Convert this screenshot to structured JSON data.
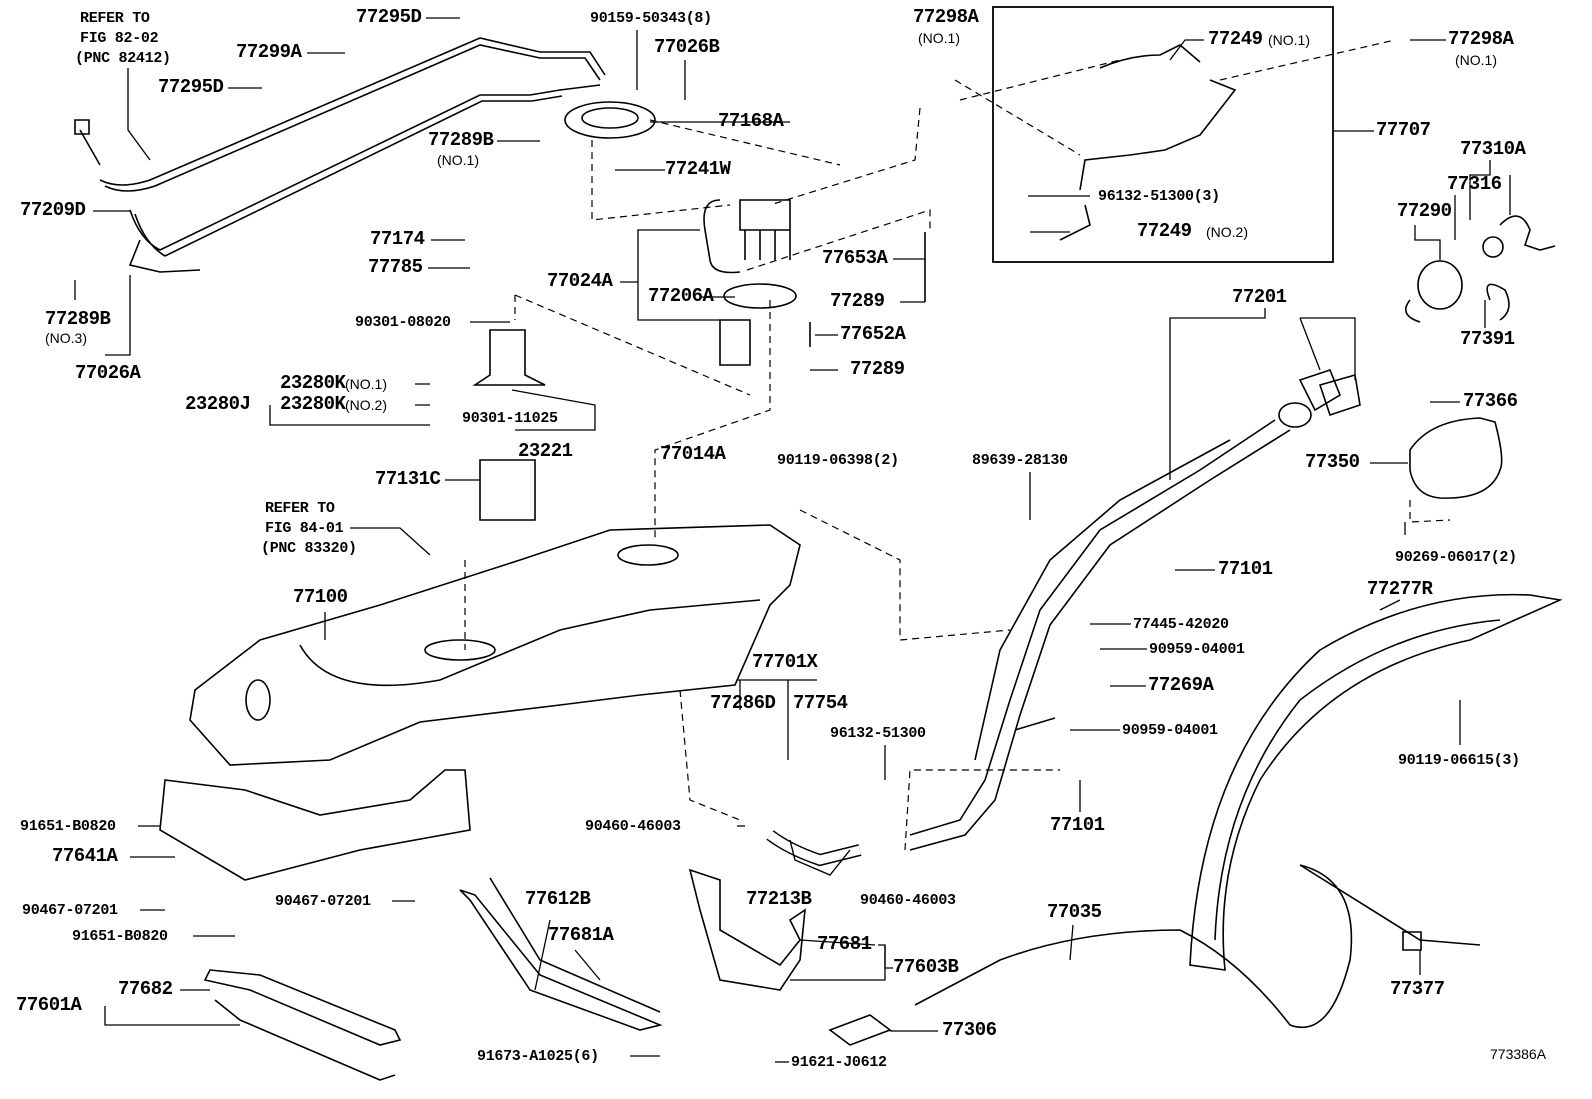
{
  "diagram": {
    "figure_code": "773386A",
    "box_part": "77707",
    "labels": [
      "REFER TO",
      "FIG 82-02",
      "(PNC 82412)",
      "77295D",
      "90159-50343(8)",
      "77299A",
      "77026B",
      "77295D",
      "77168A",
      "77289B",
      "(NO.1)",
      "77241W",
      "77209D",
      "77174",
      "77785",
      "77024A",
      "77206A",
      "90301-08020",
      "77289B",
      "(NO.3)",
      "77026A",
      "23280K",
      "(NO.1)",
      "23280J",
      "23280K",
      "(NO.2)",
      "90301-11025",
      "23221",
      "77014A",
      "90119-06398(2)",
      "77131C",
      "REFER TO",
      "FIG 84-01",
      "(PNC 83320)",
      "77100",
      "77701X",
      "77286D",
      "77754",
      "96132-51300",
      "91651-B0820",
      "90460-46003",
      "77641A",
      "77213B",
      "90460-46003",
      "90467-07201",
      "90467-07201",
      "77612B",
      "77681A",
      "91651-B0820",
      "77035",
      "77681",
      "77603B",
      "77682",
      "77601A",
      "77306",
      "91673-A1025(6)",
      "91621-J0612",
      "773386A",
      "77298A",
      "(NO.1)",
      "77249",
      "(NO.1)",
      "77298A",
      "(NO.1)",
      "77707",
      "77310A",
      "96132-51300(3)",
      "77316",
      "77290",
      "77249",
      "(NO.2)",
      "77653A",
      "77289",
      "77201",
      "77652A",
      "77391",
      "77289",
      "77366",
      "77350",
      "89639-28130",
      "77101",
      "90269-06017(2)",
      "77277R",
      "77445-42020",
      "90959-04001",
      "77269A",
      "90959-04001",
      "90119-06615(3)",
      "77101",
      "77377"
    ]
  }
}
